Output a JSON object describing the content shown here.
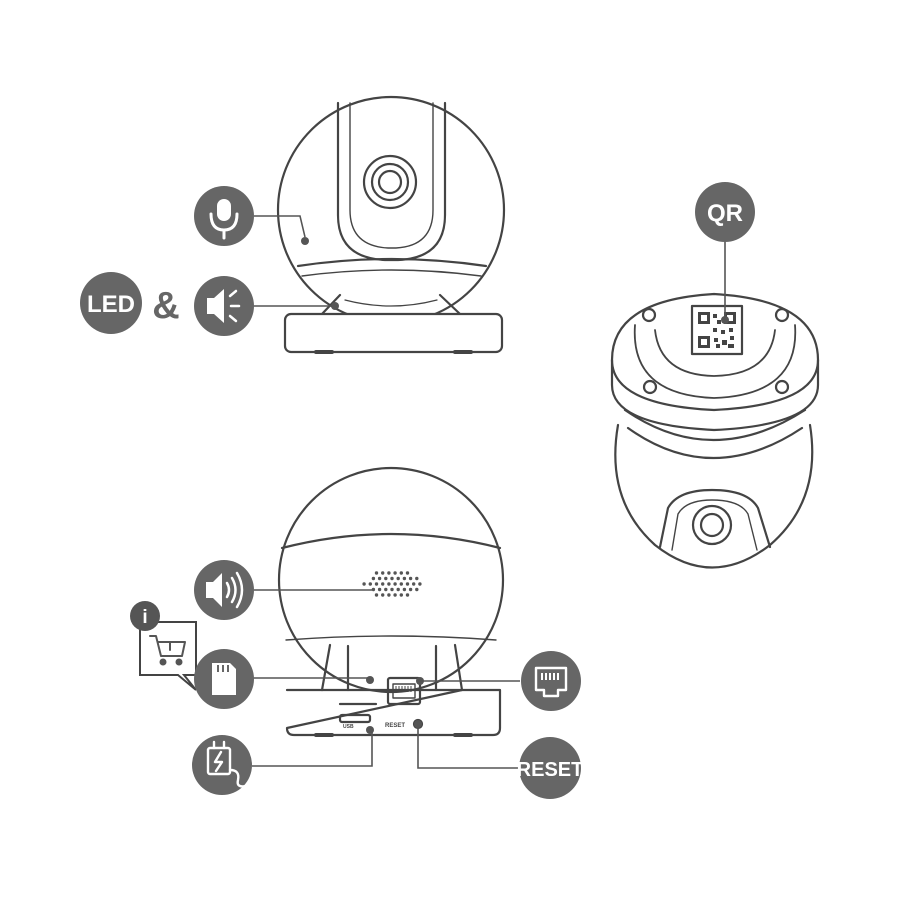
{
  "labels": {
    "led": "LED",
    "ampersand": "&",
    "qr": "QR",
    "reset": "RESET",
    "info": "i",
    "usb_port": "USB",
    "reset_port": "RESET"
  },
  "icons": {
    "microphone": "microphone-icon",
    "speaker_indicator": "speaker-indicator-icon",
    "speaker": "speaker-volume-icon",
    "sd_card": "sd-card-icon",
    "ethernet": "ethernet-port-icon",
    "power": "power-adapter-icon",
    "info": "info-icon",
    "cart": "shopping-cart-icon"
  },
  "colors": {
    "badge": "#666666",
    "line": "#555555",
    "outline": "#444444",
    "background": "#ffffff"
  }
}
